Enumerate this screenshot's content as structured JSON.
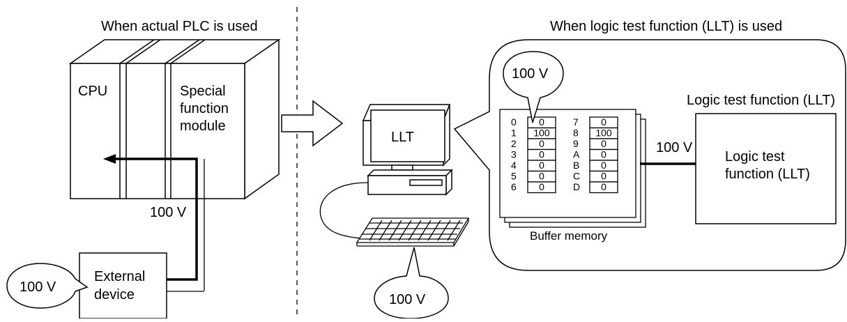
{
  "left": {
    "title": "When actual PLC is used",
    "cpu_label": "CPU",
    "special_module_label": "Special function module",
    "special_module_lines": [
      "Special",
      "function",
      "module"
    ],
    "voltage_label": "100 V",
    "external_device_lines": [
      "External",
      "device"
    ],
    "external_bubble": "100 V"
  },
  "right": {
    "title": "When logic test function (LLT) is used",
    "pc_screen_label": "LLT",
    "keyboard_bubble": "100 V",
    "memory_bubble": "100 V",
    "buffer_caption": "Buffer memory",
    "buffer_left": {
      "addresses": [
        "0",
        "1",
        "2",
        "3",
        "4",
        "5",
        "6"
      ],
      "values": [
        "0",
        "100",
        "0",
        "0",
        "0",
        "0",
        "0"
      ]
    },
    "buffer_right": {
      "addresses": [
        "7",
        "8",
        "9",
        "A",
        "B",
        "C",
        "D"
      ],
      "values": [
        "0",
        "100",
        "0",
        "0",
        "0",
        "0",
        "0"
      ]
    },
    "arrow_label": "100 V",
    "llt_box_title": "Logic test function (LLT)",
    "llt_box_lines": [
      "Logic test",
      "function (LLT)"
    ]
  },
  "colors": {
    "line": "#000000",
    "background": "#ffffff"
  }
}
